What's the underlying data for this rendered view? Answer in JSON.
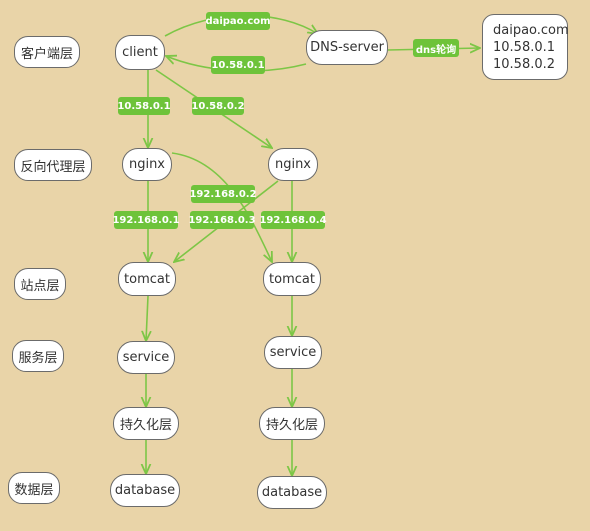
{
  "colors": {
    "background": "#e9d4a8",
    "edge": "#7dc646",
    "tag": "#6ec33a",
    "node_border": "#6b6b6b"
  },
  "layers": {
    "client": "客户端层",
    "proxy": "反向代理层",
    "site": "站点层",
    "service": "服务层",
    "data": "数据层"
  },
  "nodes": {
    "client": "client",
    "dns_server": "DNS-server",
    "nginx_left": "nginx",
    "nginx_right": "nginx",
    "tomcat_left": "tomcat",
    "tomcat_right": "tomcat",
    "service_left": "service",
    "service_right": "service",
    "persistence_left": "持久化层",
    "persistence_right": "持久化层",
    "database_left": "database",
    "database_right": "database"
  },
  "dns_records": {
    "domain": "daipao.com",
    "ips": [
      "10.58.0.1",
      "10.58.0.2"
    ]
  },
  "edge_labels": {
    "query": "daipao.com",
    "reply": "10.58.0.1",
    "round_robin": "dns轮询",
    "to_nginx_left": "10.58.0.1",
    "to_nginx_right": "10.58.0.2",
    "tomcat_1": "192.168.0.1",
    "tomcat_2": "192.168.0.2",
    "tomcat_3": "192.168.0.3",
    "tomcat_4": "192.168.0.4"
  }
}
